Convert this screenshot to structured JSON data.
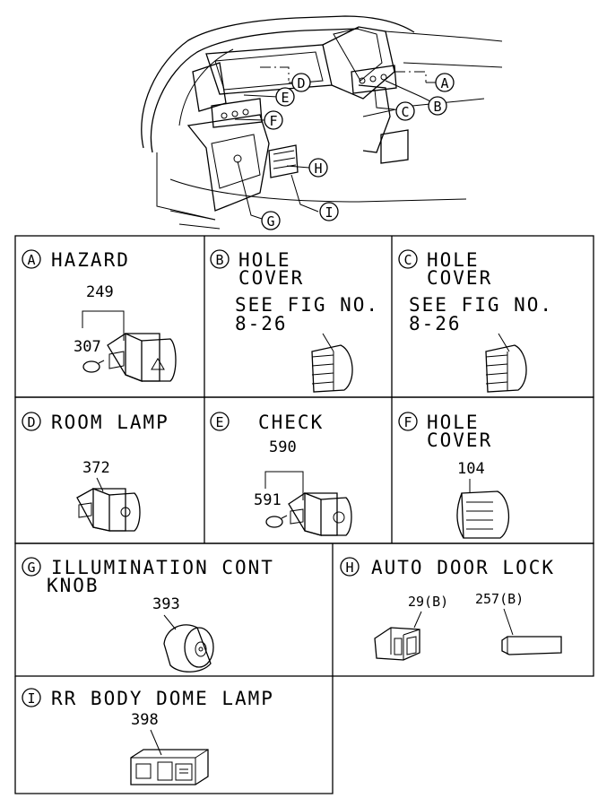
{
  "overview": {
    "callouts": [
      "A",
      "B",
      "C",
      "D",
      "E",
      "F",
      "G",
      "H",
      "I"
    ]
  },
  "panels": {
    "A": {
      "letter": "A",
      "title": [
        "HAZARD"
      ],
      "parts": [
        "249",
        "307"
      ]
    },
    "B": {
      "letter": "B",
      "title": [
        "HOLE",
        "COVER"
      ],
      "note": [
        "SEE FIG NO.",
        "8-26"
      ]
    },
    "C": {
      "letter": "C",
      "title": [
        "HOLE",
        "COVER"
      ],
      "note": [
        "SEE FIG NO.",
        "8-26"
      ]
    },
    "D": {
      "letter": "D",
      "title": [
        "ROOM LAMP"
      ],
      "parts": [
        "372"
      ]
    },
    "E": {
      "letter": "E",
      "title": [
        "CHECK"
      ],
      "parts": [
        "590",
        "591"
      ]
    },
    "F": {
      "letter": "F",
      "title": [
        "HOLE",
        "COVER"
      ],
      "parts": [
        "104"
      ]
    },
    "G": {
      "letter": "G",
      "title": [
        "ILLUMINATION CONT",
        "KNOB"
      ],
      "parts": [
        "393"
      ]
    },
    "H": {
      "letter": "H",
      "title": [
        "AUTO DOOR LOCK"
      ],
      "parts": [
        "29(B)",
        "257(B)"
      ]
    },
    "I": {
      "letter": "I",
      "title": [
        "RR BODY DOME LAMP"
      ],
      "parts": [
        "398"
      ]
    }
  }
}
